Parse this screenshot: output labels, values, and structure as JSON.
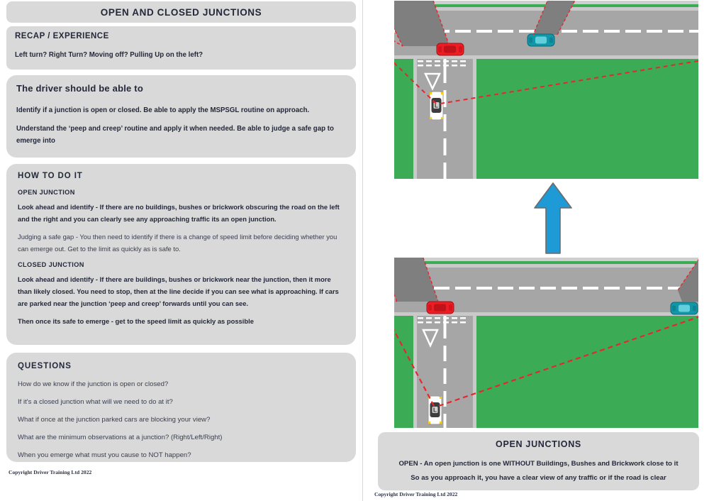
{
  "title": "OPEN AND CLOSED JUNCTIONS",
  "recap": {
    "heading": "RECAP / EXPERIENCE",
    "line": "Left turn? Right Turn? Moving off? Pulling Up on the left?"
  },
  "objectives": {
    "heading": "The driver should be able to",
    "lines": [
      "Identify if a junction is open or closed. Be able to apply the MSPSGL routine on approach.",
      "Understand the ‘peep and creep’ routine and apply it when needed. Be able to judge a safe gap to emerge into"
    ]
  },
  "how_to": {
    "heading": "HOW TO DO IT",
    "open_label": "OPEN JUNCTION",
    "open_paras": [
      "Look ahead and identify - If there are no buildings, bushes or brickwork obscuring the road on the left and the right and you can clearly see any approaching traffic its an open junction.",
      "Judging a safe gap - You then need to identify if there is a change of speed limit before deciding whether you can emerge out. Get to the limit as quickly as is safe to."
    ],
    "closed_label": "CLOSED JUNCTION",
    "closed_paras": [
      "Look ahead and identify - If there are buildings, bushes or brickwork near the junction, then it more than likely closed. You need to stop, then at the line decide if you can see what is approaching. If cars are parked near the junction ‘peep and creep’ forwards until you can see.",
      "Then once its safe to emerge - get to the speed limit as quickly as possible"
    ]
  },
  "questions": {
    "heading": "QUESTIONS",
    "items": [
      "How do we know if the junction is open or closed?",
      "If it's a closed junction what will we need to do at it?",
      "What if once at the junction parked cars are blocking your view?",
      "What are the minimum observations at a junction? (Right/Left/Right)",
      "When you emerge what must you cause to NOT happen?"
    ]
  },
  "copyright_left": "Copyright Driver Training Ltd 2022",
  "copyright_right": "Copyright Driver Training Ltd 2022",
  "caption": {
    "title": "OPEN JUNCTIONS",
    "line1": "OPEN - An open junction is one WITHOUT Buildings, Bushes and Brickwork close to it",
    "line2": "So as you approach it, you have a clear view of any traffic or if the road is clear"
  },
  "diagrams": {
    "top": {
      "name": "closed-junction-diagram",
      "description": "T-junction with buildings on both corners obscuring the view; red car parked left, teal car parked right",
      "cars": [
        {
          "name": "red-car",
          "color": "#ee1c25"
        },
        {
          "name": "teal-car",
          "color": "#1197a8"
        },
        {
          "name": "learner-car",
          "color": "#ffffff",
          "plate": "L"
        }
      ]
    },
    "bottom": {
      "name": "open-junction-diagram",
      "description": "T-junction with buildings far away; wide clear sight lines both directions",
      "cars": [
        {
          "name": "red-car",
          "color": "#ee1c25"
        },
        {
          "name": "teal-car",
          "color": "#1197a8"
        },
        {
          "name": "learner-car",
          "color": "#ffffff",
          "plate": "L"
        }
      ]
    },
    "arrow": {
      "name": "up-arrow",
      "color": "#1e9ad6"
    }
  },
  "colors": {
    "panel_grey": "#d9d9d9",
    "road_grey": "#a6a6a6",
    "grass_green": "#3bab55",
    "building_grey": "#7f7f7f",
    "sightline_red": "#e8262d",
    "arrow_blue": "#1e9ad6"
  }
}
